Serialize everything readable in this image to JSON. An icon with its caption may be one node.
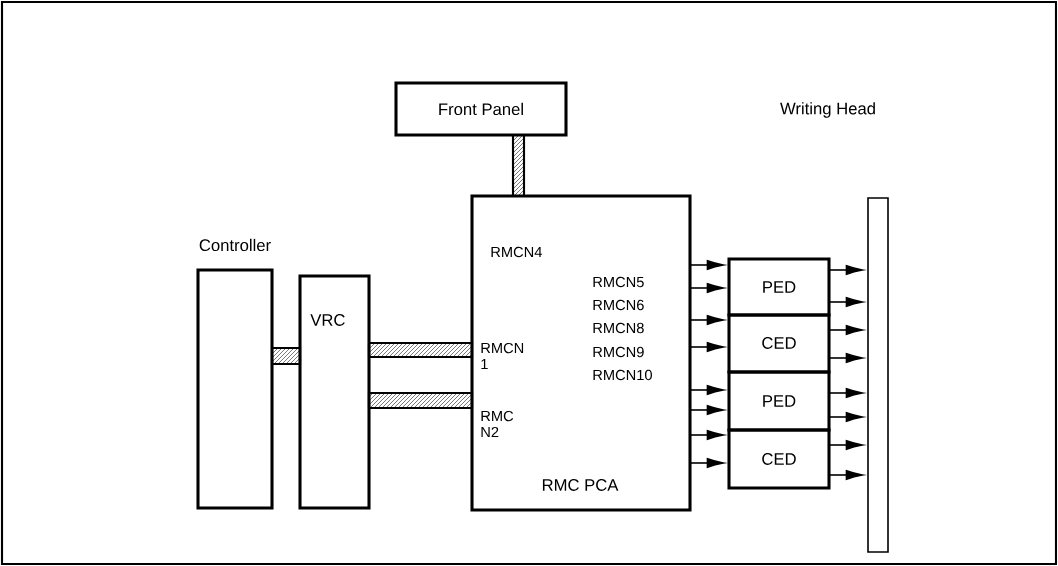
{
  "diagram": {
    "nodes": [
      {
        "text": [
          "Front Panel"
        ]
      },
      {
        "text": [
          "Controller"
        ]
      },
      {
        "text": [
          "VRC"
        ]
      },
      {
        "text": [
          "RMCN4",
          "RMCN5",
          "RMCN6",
          "RMCN8",
          "RMCN9",
          "RMCN10",
          "RMCN 1",
          "RMC N2",
          "RMC PCA"
        ]
      },
      {
        "text": [
          "PED"
        ]
      },
      {
        "text": [
          "CED"
        ]
      },
      {
        "text": [
          "PED"
        ]
      },
      {
        "text": [
          "CED"
        ]
      },
      {
        "text": [
          "Writing Head"
        ]
      }
    ],
    "edges": [
      {
        "from": 0,
        "to": 3,
        "arrow": "none",
        "style": "thick"
      },
      {
        "from": 1,
        "to": 2,
        "arrow": "none",
        "style": "thick"
      },
      {
        "from": 2,
        "to": 3,
        "arrow": "none",
        "style": "thick"
      },
      {
        "from": 2,
        "to": 3,
        "arrow": "none",
        "style": "thick"
      },
      {
        "from": 3,
        "to": 4,
        "arrow": "to"
      },
      {
        "from": 3,
        "to": 4,
        "arrow": "to"
      },
      {
        "from": 3,
        "to": 5,
        "arrow": "to"
      },
      {
        "from": 3,
        "to": 5,
        "arrow": "to"
      },
      {
        "from": 3,
        "to": 6,
        "arrow": "to"
      },
      {
        "from": 3,
        "to": 6,
        "arrow": "to"
      },
      {
        "from": 3,
        "to": 7,
        "arrow": "to"
      },
      {
        "from": 3,
        "to": 7,
        "arrow": "to"
      },
      {
        "from": 4,
        "to": 8,
        "arrow": "to"
      },
      {
        "from": 4,
        "to": 8,
        "arrow": "to"
      },
      {
        "from": 5,
        "to": 8,
        "arrow": "to"
      },
      {
        "from": 5,
        "to": 8,
        "arrow": "to"
      },
      {
        "from": 6,
        "to": 8,
        "arrow": "to"
      },
      {
        "from": 6,
        "to": 8,
        "arrow": "to"
      },
      {
        "from": 7,
        "to": 8,
        "arrow": "to"
      },
      {
        "from": 7,
        "to": 8,
        "arrow": "to"
      }
    ]
  }
}
